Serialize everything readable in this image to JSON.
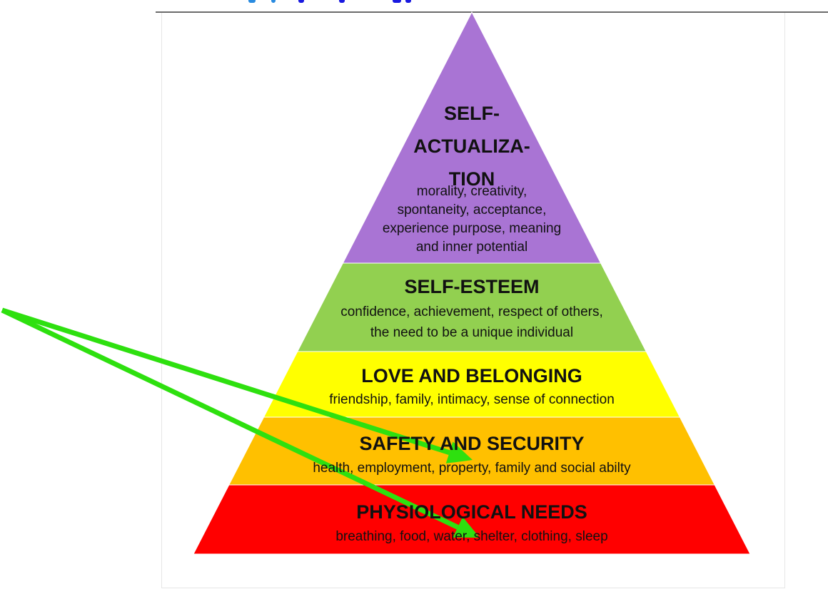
{
  "diagram": {
    "type": "pyramid",
    "tiers": [
      {
        "id": "self-actualization",
        "title_lines": [
          "SELF-",
          "ACTUALIZA-",
          "TION"
        ],
        "desc_lines": [
          "morality, creativity,",
          "spontaneity, acceptance,",
          "experience purpose, meaning",
          "and inner potential"
        ],
        "color": "#a974d4"
      },
      {
        "id": "self-esteem",
        "title_lines": [
          "SELF-ESTEEM"
        ],
        "desc_lines": [
          "confidence, achievement, respect of others,",
          "the need to be a unique individual"
        ],
        "color": "#92d050"
      },
      {
        "id": "love-and-belonging",
        "title_lines": [
          "LOVE AND BELONGING"
        ],
        "desc_lines": [
          "friendship, family, intimacy, sense of connection"
        ],
        "color": "#ffff00"
      },
      {
        "id": "safety-and-security",
        "title_lines": [
          "SAFETY AND SECURITY"
        ],
        "desc_lines": [
          "health, employment, property, family and social abilty"
        ],
        "color": "#ffc000"
      },
      {
        "id": "physiological-needs",
        "title_lines": [
          "PHYSIOLOGICAL NEEDS"
        ],
        "desc_lines": [
          "breathing, food, water, shelter, clothing, sleep"
        ],
        "color": "#ff0000"
      }
    ],
    "annotation_arrows": [
      {
        "id": "arrow-to-safety",
        "target_tier": "safety-and-security",
        "color": "#2ee00f"
      },
      {
        "id": "arrow-to-physiological",
        "target_tier": "physiological-needs",
        "color": "#2ee00f"
      }
    ]
  },
  "page": {
    "title_color": "#1a73e8",
    "rule_color": "#6b6b6b"
  }
}
